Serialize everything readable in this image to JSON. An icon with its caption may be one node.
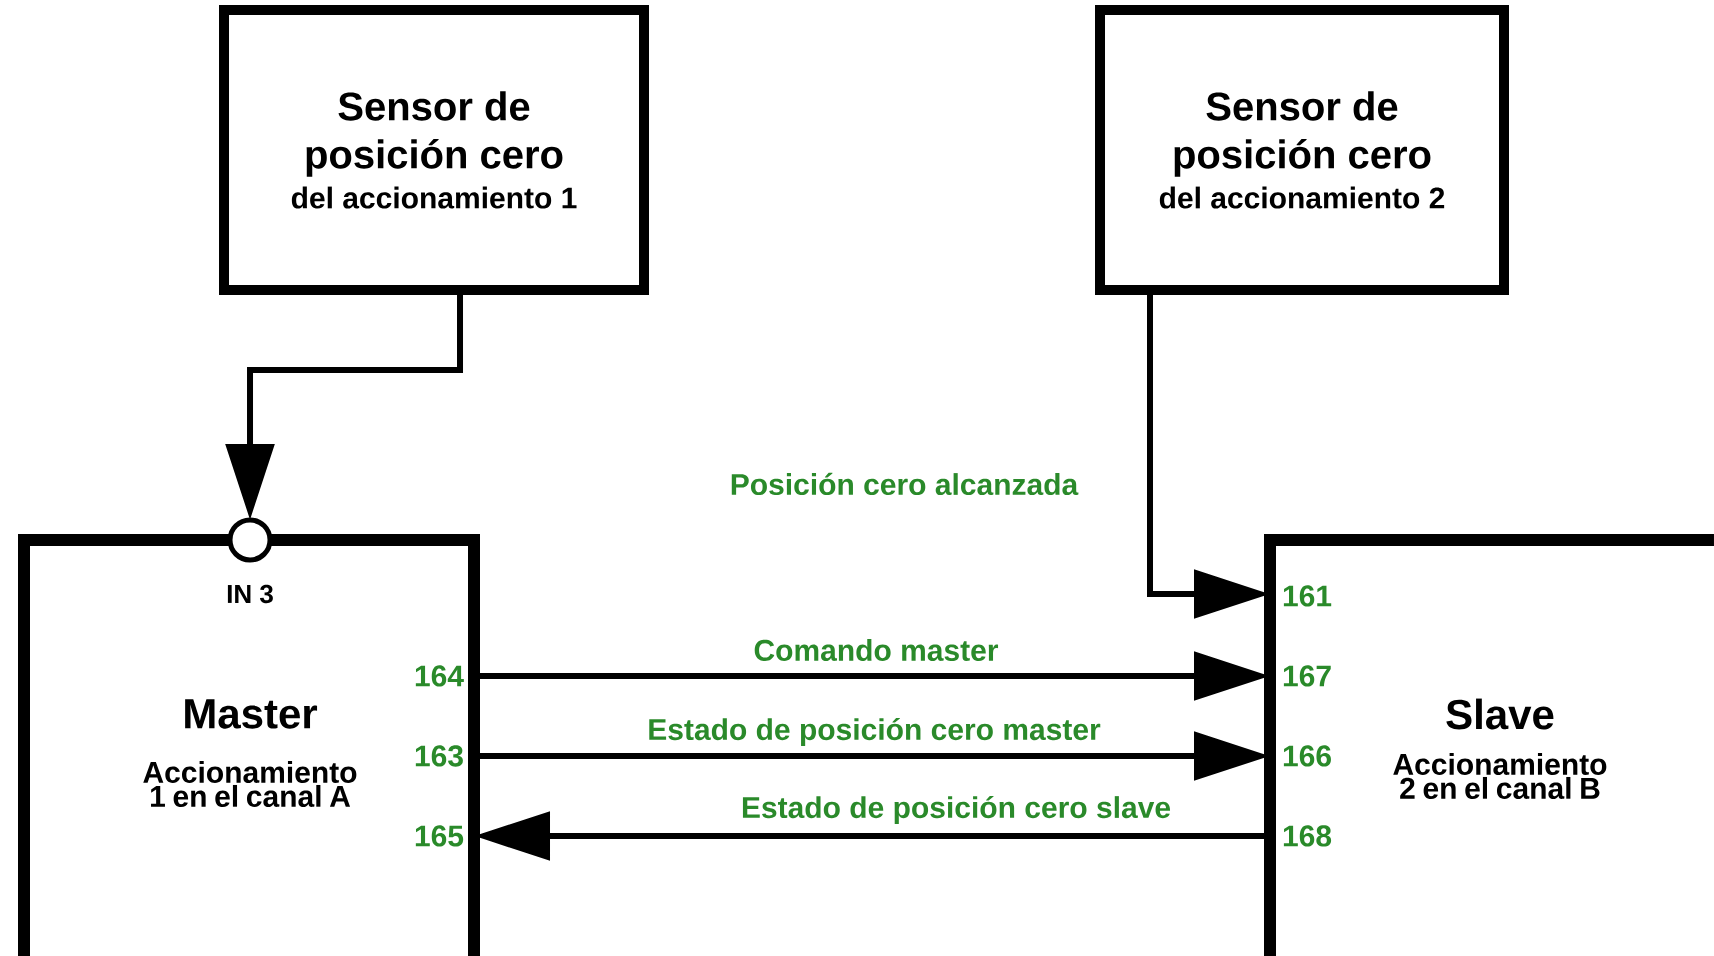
{
  "diagram": {
    "nodes": [
      {
        "text": [
          "Sensor de posición cero",
          "del accionamiento 1"
        ]
      },
      {
        "text": [
          "Sensor de posición cero",
          "del accionamiento 2"
        ]
      },
      {
        "text": [
          "Master",
          "Accionamiento 1 en el canal A"
        ]
      },
      {
        "text": [],
        "shape": "circle"
      },
      {
        "text": [
          "Slave",
          "Accionamiento 2 en el canal B"
        ]
      }
    ],
    "edges": [
      {
        "from": 0,
        "to": 3,
        "arrow": "to"
      },
      {
        "from": 1,
        "to": 4,
        "arrow": "to",
        "label": "Posición cero alcanzada"
      },
      {
        "from": 2,
        "to": 4,
        "arrow": "to",
        "label": "Comando master"
      },
      {
        "from": 2,
        "to": 4,
        "arrow": "to",
        "label": "Estado de posición cero master"
      },
      {
        "from": 4,
        "to": 2,
        "arrow": "to",
        "label": "Estado de posición cero slave"
      }
    ],
    "labels": [
      "IN 3",
      "164",
      "163",
      "165",
      "161",
      "167",
      "166",
      "168"
    ]
  }
}
